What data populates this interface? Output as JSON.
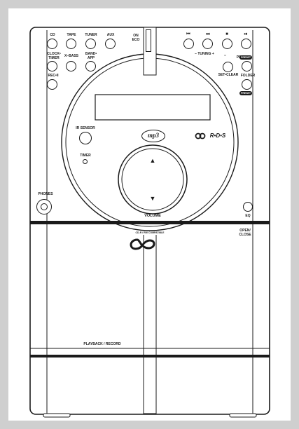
{
  "top_buttons": [
    {
      "id": "cd",
      "label": "CD"
    },
    {
      "id": "tape",
      "label": "TAPE"
    },
    {
      "id": "tuner",
      "label": "TUNER"
    },
    {
      "id": "aux",
      "label": "AUX"
    }
  ],
  "power": {
    "label": "ON\nECO"
  },
  "transport": {
    "prev_glyph": "⏮",
    "next_glyph": "⏭",
    "stop_glyph": "■",
    "playpause_glyph": "⏯",
    "tuning_label": "–  TUNING  +"
  },
  "left_buttons": [
    {
      "id": "clock-timer",
      "label": "CLOCK•\nTIMER"
    },
    {
      "id": "x-bass",
      "label": "X–BASS"
    },
    {
      "id": "band-app",
      "label": "BAND•\nAPP"
    },
    {
      "id": "rec-pause",
      "label": "REC•II"
    }
  ],
  "right_buttons": {
    "prog_label": "PROG•",
    "set_clear_label": "SET•CLEAR",
    "preset_up_label": "PRESET",
    "folder_label": "FOLDER",
    "preset_down_label": "PRESET"
  },
  "center": {
    "ir_sensor_label": "IR SENSOR",
    "timer_label": "TIMER",
    "mp3_logo": "mp3",
    "rds_logo": "R•D•S",
    "volume_label": "VOLUME",
    "up_arrow": "▲",
    "down_arrow": "▼"
  },
  "sides": {
    "phones_label": "PHONES",
    "eq_label": "EQ",
    "open_close_label": "OPEN/\nCLOSE"
  },
  "cd_compat_label": "CD-R / RW COMPATIBLE",
  "cassette_label": "PLAYBACK / RECORD"
}
